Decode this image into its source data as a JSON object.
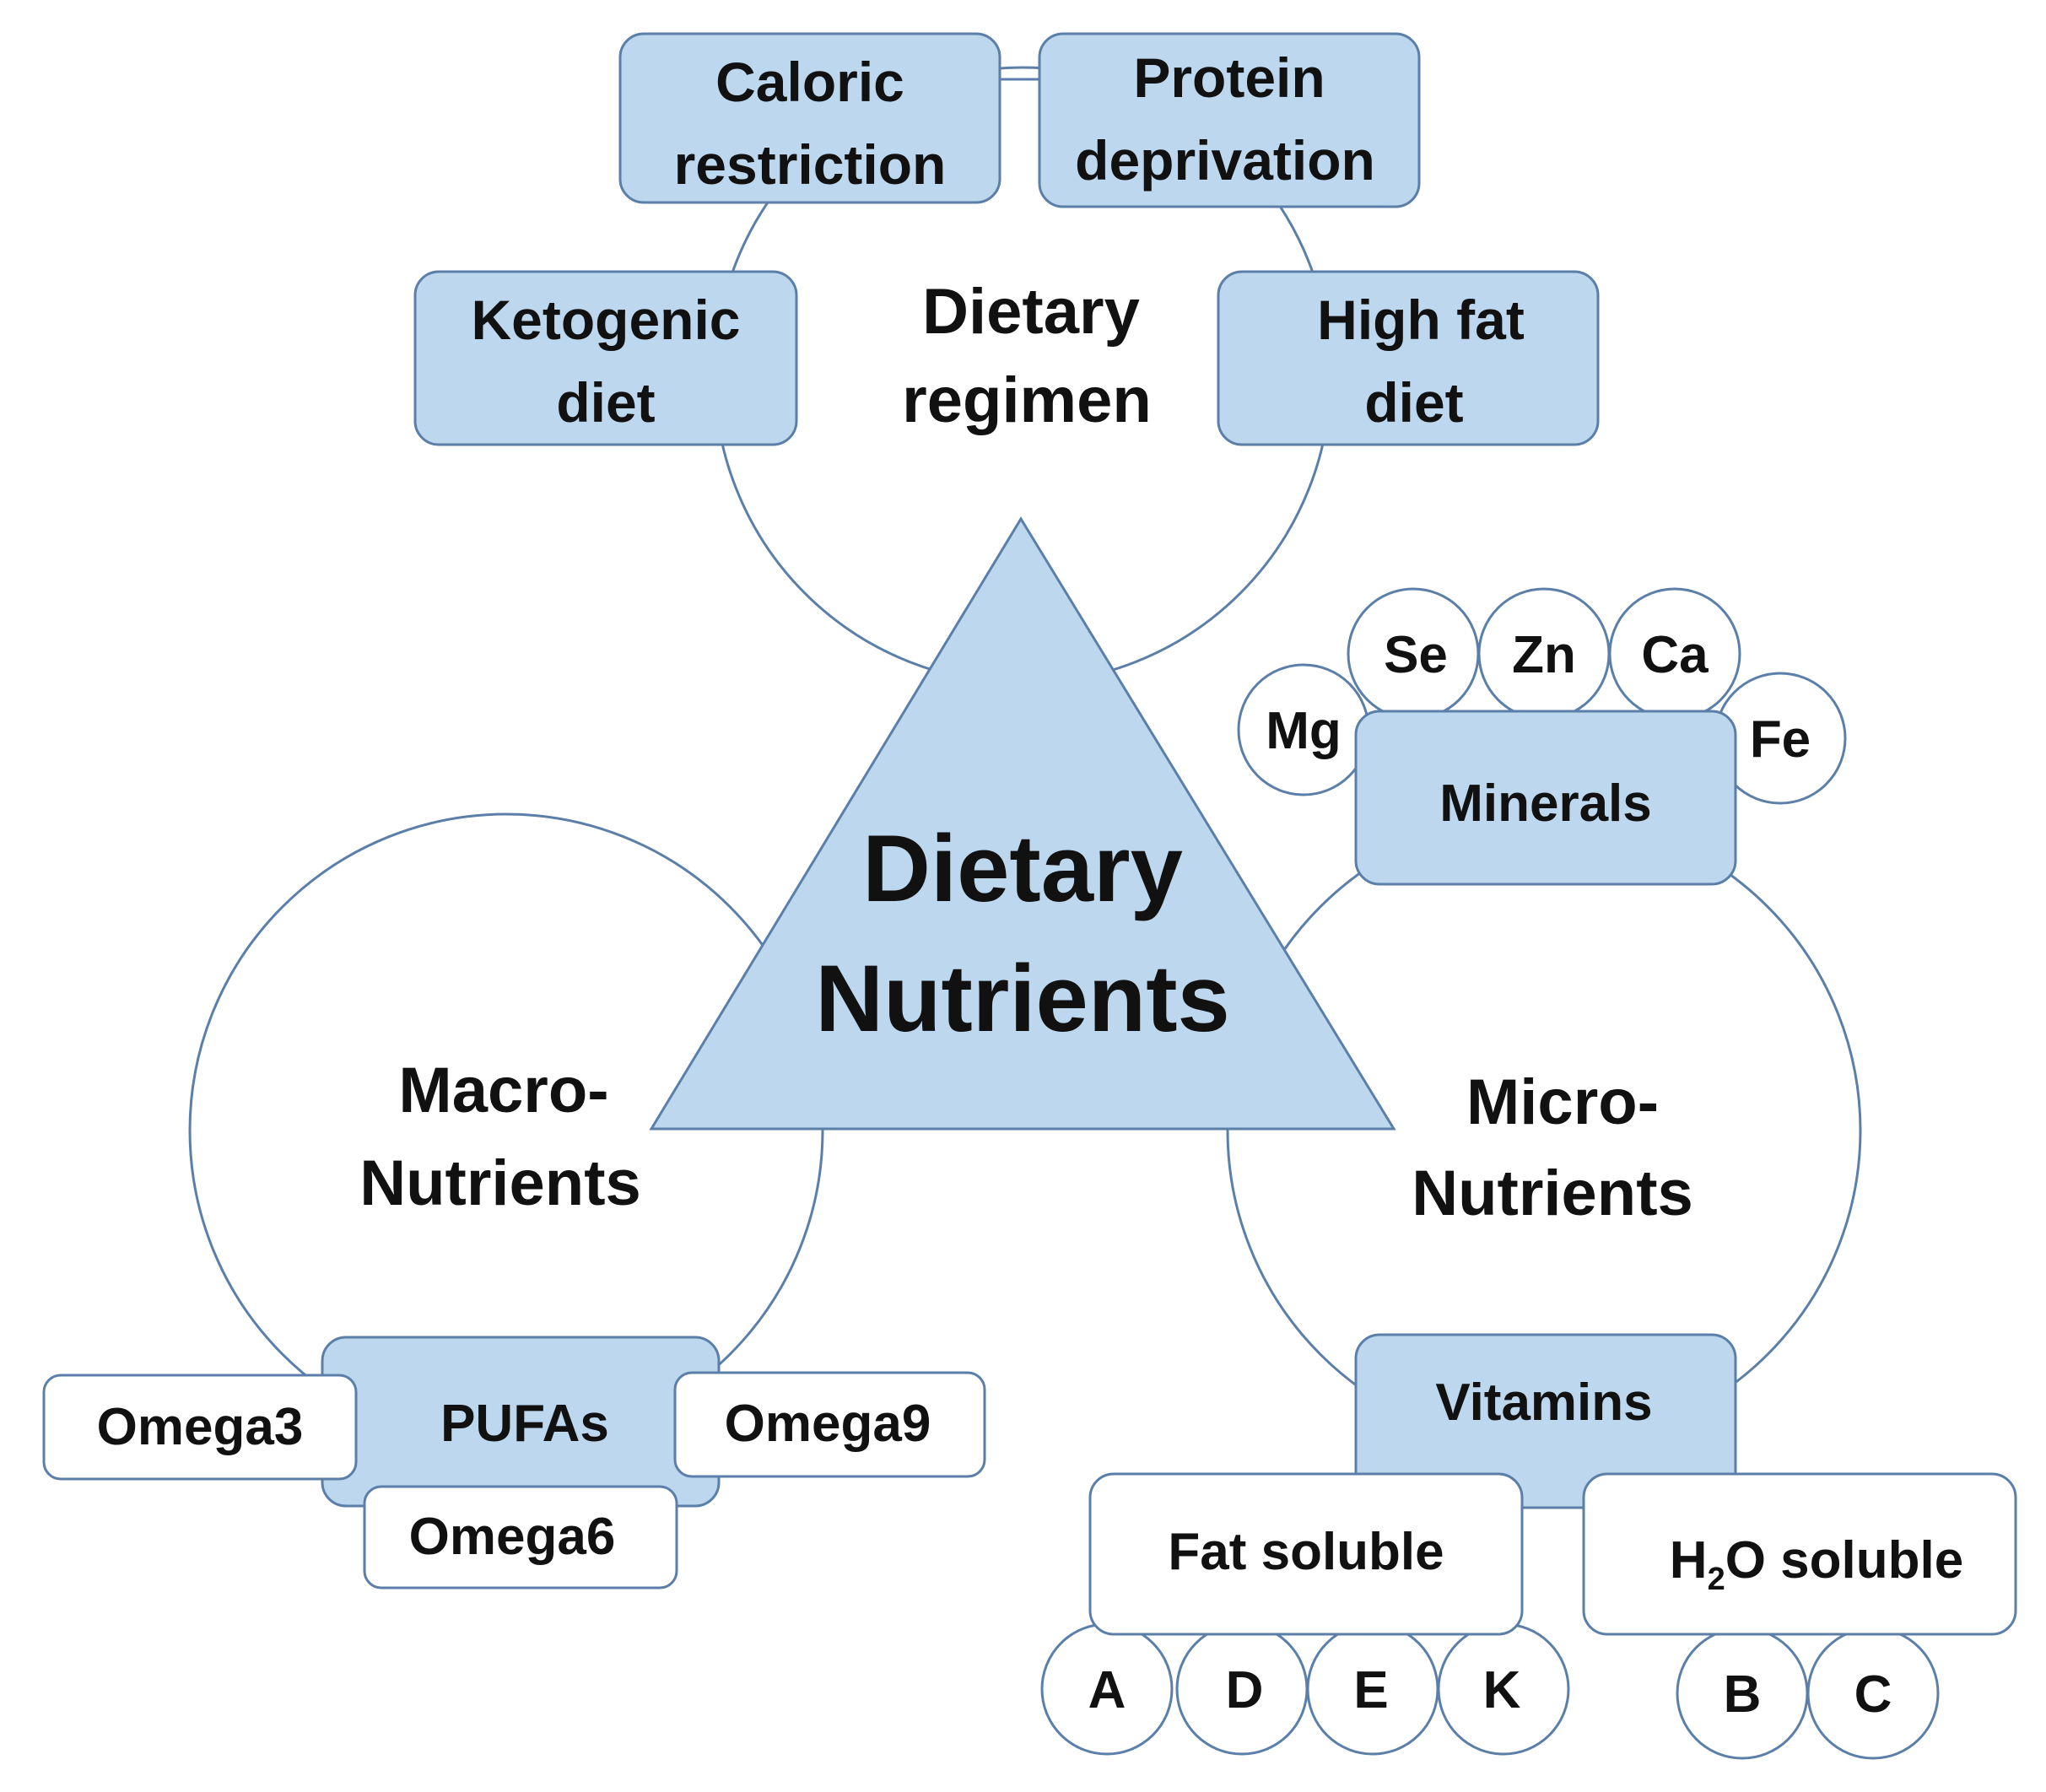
{
  "title": {
    "line1": "Dietary",
    "line2": "Nutrients"
  },
  "regimen": {
    "label_line1": "Dietary",
    "label_line2": "regimen",
    "items": [
      {
        "line1": "Caloric",
        "line2": "restriction"
      },
      {
        "line1": "Protein",
        "line2": "deprivation"
      },
      {
        "line1": "Ketogenic",
        "line2": "diet"
      },
      {
        "line1": "High fat",
        "line2": "diet"
      }
    ]
  },
  "macro": {
    "label_line1": "Macro-",
    "label_line2": "Nutrients",
    "hub": "PUFAs",
    "items": [
      "Omega3",
      "Omega9",
      "Omega6"
    ]
  },
  "micro": {
    "label_line1": "Micro-",
    "label_line2": "Nutrients",
    "minerals": {
      "hub": "Minerals",
      "elements": [
        "Mg",
        "Se",
        "Zn",
        "Ca",
        "Fe"
      ]
    },
    "vitamins": {
      "hub": "Vitamins",
      "fat_soluble": {
        "label": "Fat soluble",
        "items": [
          "A",
          "D",
          "E",
          "K"
        ]
      },
      "water_soluble": {
        "label_prefix": "H",
        "label_sub": "2",
        "label_suffix": "O soluble",
        "items": [
          "B",
          "C"
        ]
      }
    }
  },
  "colors": {
    "box_fill": "#bdd7ee",
    "outline": "#5b7fa8",
    "text": "#111111"
  }
}
